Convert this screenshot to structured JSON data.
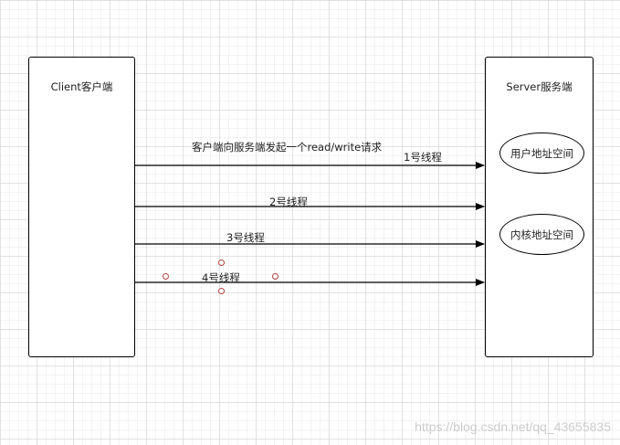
{
  "client": {
    "label": "Client客户端"
  },
  "server": {
    "label": "Server服务端",
    "user_space": "用户地址空间",
    "kernel_space": "内核地址空间"
  },
  "request_caption": "客户端向服务端发起一个read/write请求",
  "threads": [
    {
      "label": "1号线程"
    },
    {
      "label": "2号线程"
    },
    {
      "label": "3号线程"
    },
    {
      "label": "4号线程"
    }
  ],
  "watermark": "https://blog.csdn.net/qq_43655835"
}
